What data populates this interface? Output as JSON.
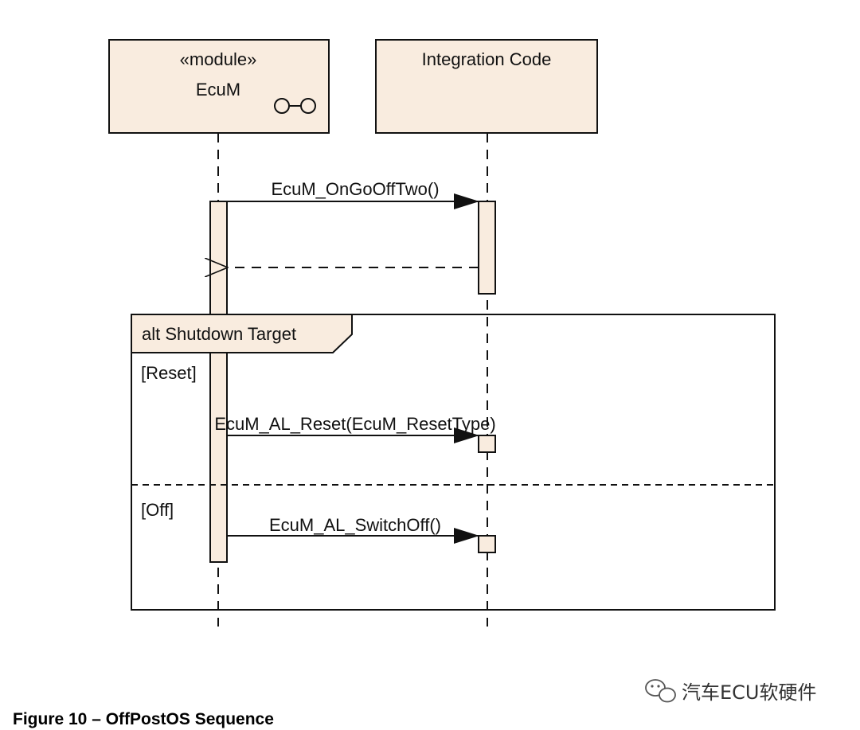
{
  "colors": {
    "box_fill": "#f9ecdf",
    "stroke": "#111111",
    "activation_fill": "#f9ecdf",
    "frame_tab_fill": "#f9ecdf"
  },
  "lifelines": [
    {
      "id": "ecum",
      "stereotype": "«module»",
      "name": "EcuM",
      "icon": "component-infinity-icon"
    },
    {
      "id": "integration",
      "name": "Integration Code"
    }
  ],
  "messages": [
    {
      "label": "EcuM_OnGoOffTwo()",
      "from": "ecum",
      "to": "integration",
      "kind": "sync-call"
    },
    {
      "label": "",
      "from": "integration",
      "to": "ecum",
      "kind": "return"
    }
  ],
  "alt_frame": {
    "label": "alt Shutdown Target",
    "operands": [
      {
        "guard": "[Reset]",
        "message": {
          "label": "EcuM_AL_Reset(EcuM_ResetType)",
          "from": "ecum",
          "to": "integration",
          "kind": "sync-call"
        }
      },
      {
        "guard": "[Off]",
        "message": {
          "label": "EcuM_AL_SwitchOff()",
          "from": "ecum",
          "to": "integration",
          "kind": "sync-call"
        }
      }
    ]
  },
  "caption": "Figure 10 – OffPostOS Sequence",
  "watermark": {
    "icon": "wechat-icon",
    "text": "汽车ECU软硬件"
  }
}
